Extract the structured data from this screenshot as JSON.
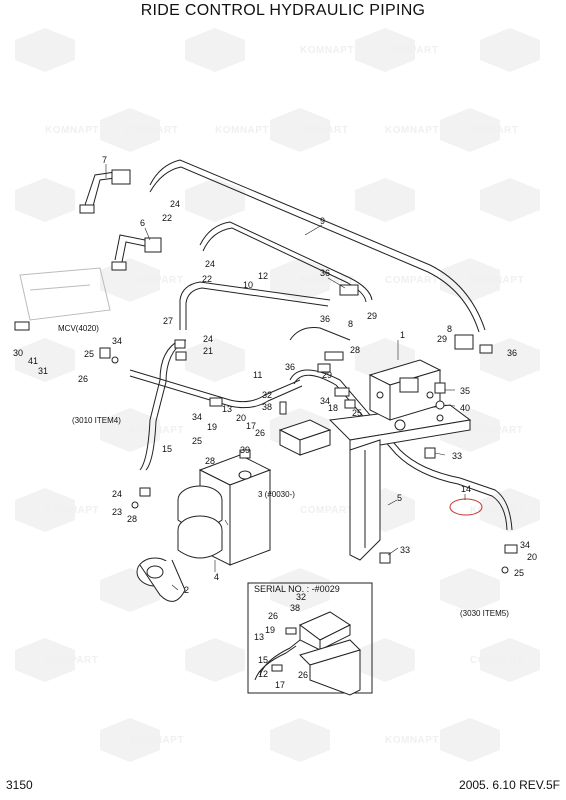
{
  "title": "RIDE CONTROL HYDRAULIC PIPING",
  "footer": {
    "page": "3150",
    "revision": "2005. 6.10  REV.5F"
  },
  "watermark": {
    "text_a": "KOMNAPT",
    "text_b": "COMPART"
  },
  "refs": {
    "mcv": "MCV(4020)",
    "item3010": "(3010 ITEM4)",
    "item3030": "(3030 ITEM5)",
    "serial3": "3 (#0030-)"
  },
  "inset": {
    "title": "SERIAL NO. : -#0029"
  },
  "callouts": {
    "c1": "1",
    "c2": "2",
    "c4": "4",
    "c5": "5",
    "c6": "6",
    "c7": "7",
    "c8": "8",
    "c9": "9",
    "c10": "10",
    "c11": "11",
    "c12": "12",
    "c13": "13",
    "c14": "14",
    "c15": "15",
    "c17": "17",
    "c18": "18",
    "c19": "19",
    "c20": "20",
    "c20b": "20",
    "c21": "21",
    "c22": "22",
    "c22b": "22",
    "c23": "23",
    "c24": "24",
    "c24b": "24",
    "c24c": "24",
    "c24d": "24",
    "c25": "25",
    "c25b": "25",
    "c25c": "25",
    "c26": "26",
    "c26b": "26",
    "c27": "27",
    "c28": "28",
    "c28b": "28",
    "c29": "29",
    "c29b": "29",
    "c29c": "29",
    "c30": "30",
    "c31": "31",
    "c32": "32",
    "c33": "33",
    "c33b": "33",
    "c34": "34",
    "c34b": "34",
    "c34c": "34",
    "c34d": "34",
    "c35": "35",
    "c36": "36",
    "c36b": "36",
    "c36c": "36",
    "c36d": "36",
    "c38": "38",
    "c39": "39",
    "c40": "40",
    "c41": "41",
    "c8b": "8",
    "i12": "12",
    "i13": "13",
    "i15": "15",
    "i17": "17",
    "i19": "19",
    "i26": "26",
    "i32": "32",
    "i38": "38",
    "i26b": "26"
  }
}
